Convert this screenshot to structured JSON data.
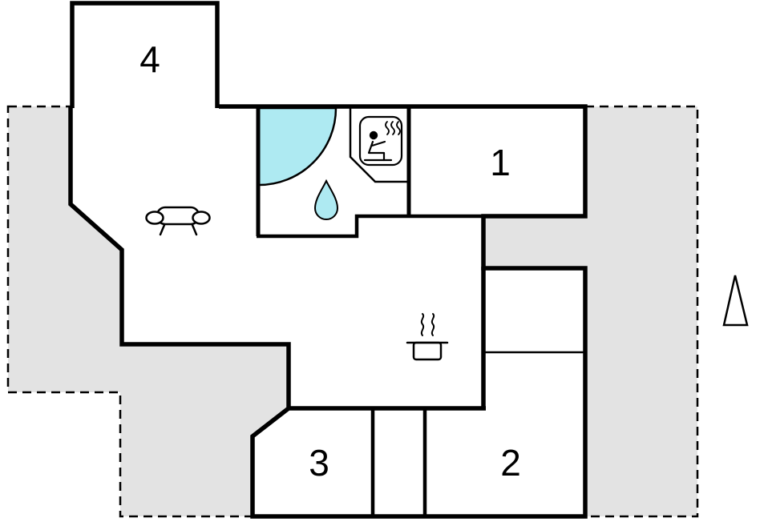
{
  "plan": {
    "type": "floor-plan",
    "rooms": [
      {
        "id": "room-4",
        "label": "4"
      },
      {
        "id": "room-1",
        "label": "1"
      },
      {
        "id": "room-2",
        "label": "2"
      },
      {
        "id": "room-3",
        "label": "3"
      }
    ],
    "icons": [
      "sofa-icon",
      "shower-quarter-circle-icon",
      "water-drop-icon",
      "sauna-person-steam-icon",
      "cooking-pot-steam-icon",
      "north-arrow-icon"
    ],
    "colors": {
      "plot_fill": "#e3e3e3",
      "water": "#aeeaf2",
      "wall": "#000000",
      "room_fill": "#ffffff"
    }
  }
}
